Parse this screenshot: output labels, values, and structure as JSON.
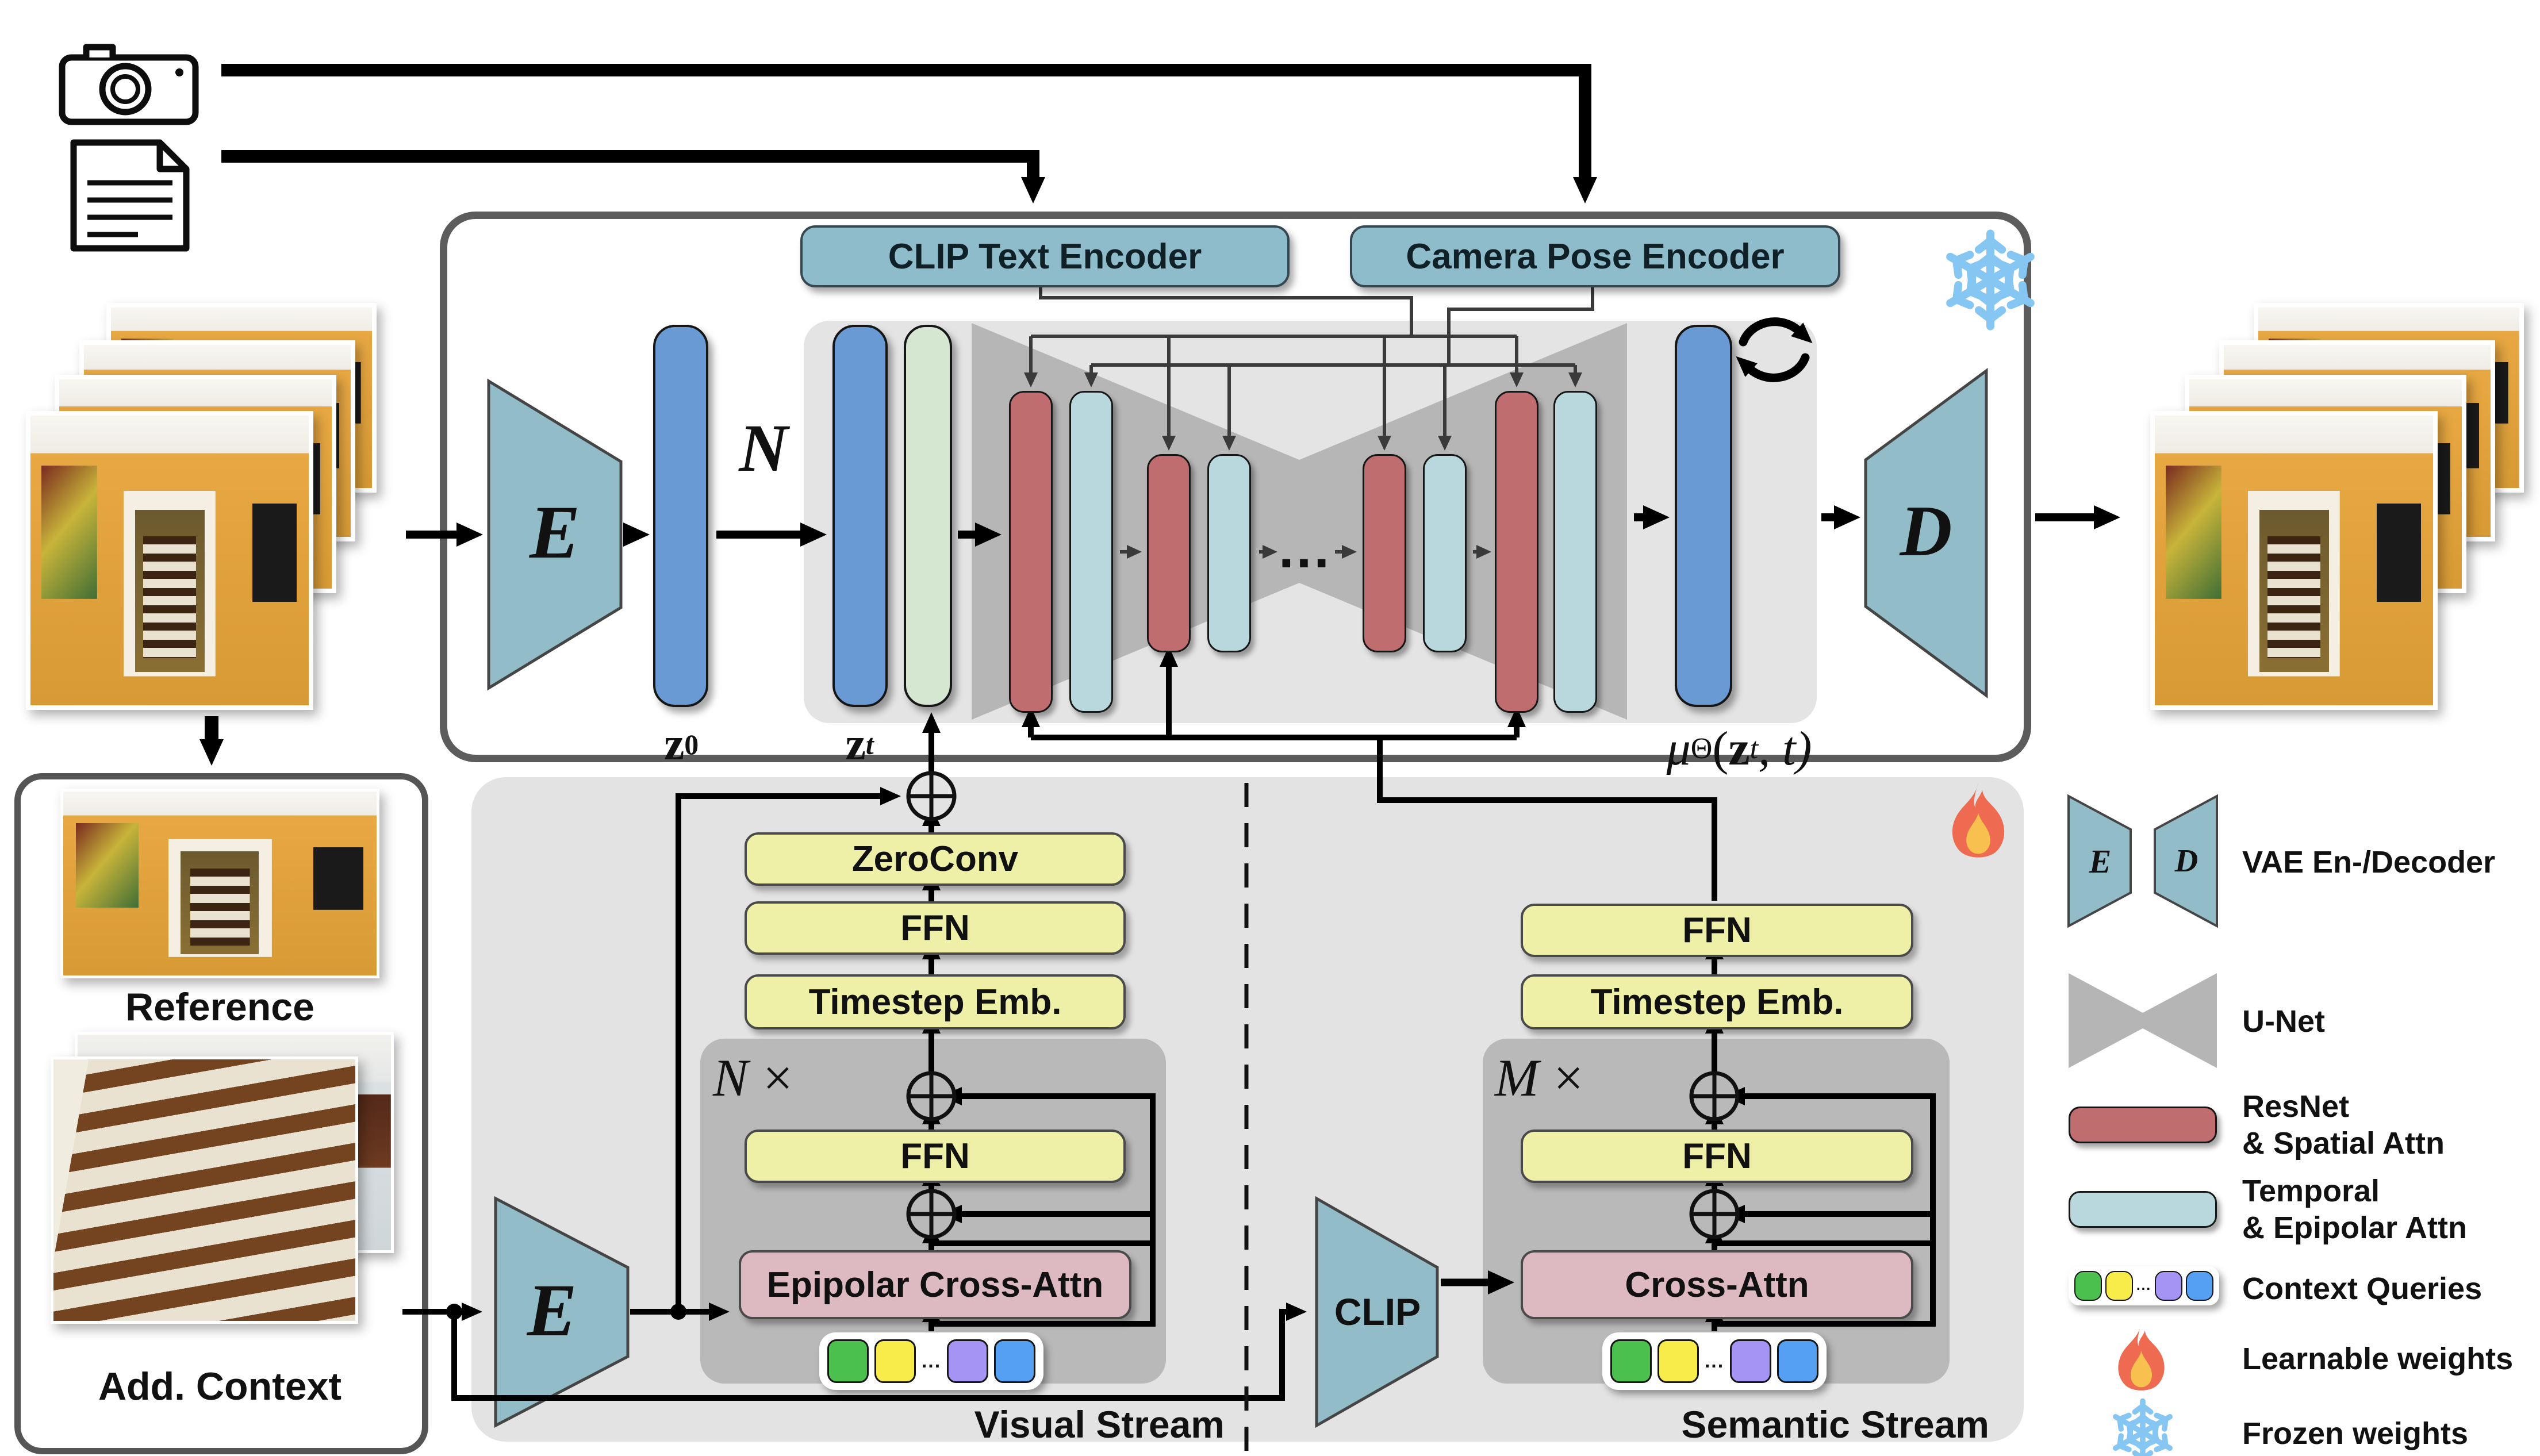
{
  "top_row": {
    "clip_text_encoder": "CLIP Text Encoder",
    "camera_pose_encoder": "Camera Pose Encoder",
    "vae_encoder_letter": "E",
    "vae_decoder_letter": "D",
    "noise_label": "N",
    "z0_base": "z",
    "z0_sub": "0",
    "zt_base": "z",
    "zt_sub": "t",
    "mu_base": "μ",
    "mu_sub": "Θ",
    "mu_args_pre": "(",
    "mu_arg_z": "z",
    "mu_arg_z_sub": "t",
    "mu_args_post": ", t)",
    "unet_dots": "..."
  },
  "visual_stream": {
    "title": "Visual Stream",
    "zeroconv": "ZeroConv",
    "ffn_top": "FFN",
    "timestep": "Timestep Emb.",
    "n_times_base": "N",
    "n_times_sign": "×",
    "ffn_inner": "FFN",
    "cross_attn": "Epipolar Cross-Attn",
    "encoder_letter": "E",
    "queries_dots": "..."
  },
  "semantic_stream": {
    "title": "Semantic Stream",
    "ffn_top": "FFN",
    "timestep": "Timestep Emb.",
    "m_times_base": "M",
    "m_times_sign": "×",
    "ffn_inner": "FFN",
    "cross_attn": "Cross-Attn",
    "clip_label": "CLIP",
    "queries_dots": "..."
  },
  "inputs": {
    "reference_label": "Reference",
    "context_label": "Add. Context"
  },
  "legend": {
    "vae_encoder_letter": "E",
    "vae_decoder_letter": "D",
    "queries_dots": "...",
    "items": [
      {
        "label_lines": [
          "VAE En-/Decoder"
        ]
      },
      {
        "label_lines": [
          "U-Net"
        ]
      },
      {
        "label_lines": [
          "ResNet",
          "& Spatial Attn"
        ]
      },
      {
        "label_lines": [
          "Temporal",
          "& Epipolar Attn"
        ]
      },
      {
        "label_lines": [
          "Context Queries"
        ]
      },
      {
        "label_lines": [
          "Learnable weights"
        ]
      },
      {
        "label_lines": [
          "Frozen weights"
        ]
      }
    ]
  },
  "colors": {
    "teal_box": "#8fbcca",
    "yellow_block": "#eff0a8",
    "pink_block": "#ddbac1",
    "resnet_bar": "#c06d70",
    "temporal_bar": "#b8d8de",
    "latent_bar": "#699ad3",
    "cond_bar": "#d5e6d1",
    "panel_gray": "#e3e3e3",
    "inner_gray": "#b9b9b9",
    "chip_green": "#4cc04f",
    "chip_yellow": "#f8ec4a",
    "chip_purple": "#a694f5",
    "chip_blue": "#55a0f2",
    "fire_orange": "#ee6b52",
    "fire_yellow": "#f8c04e",
    "snow_blue": "#85c6f2"
  }
}
